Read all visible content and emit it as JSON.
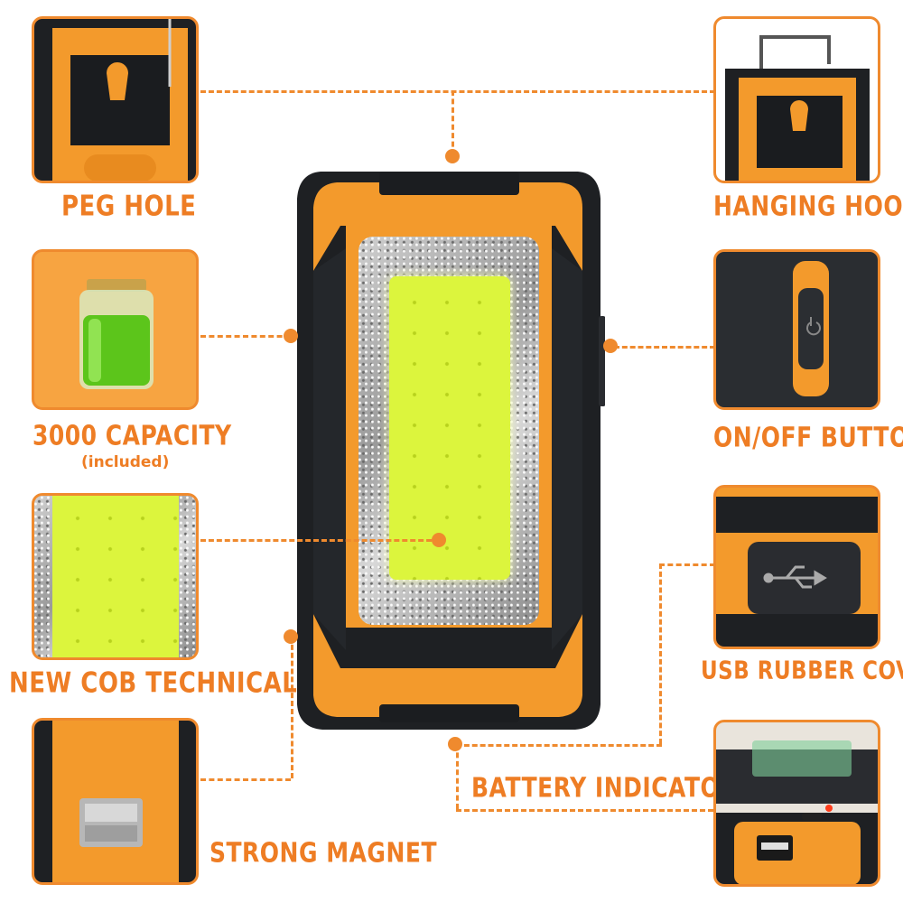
{
  "labels": {
    "peg_hole": "PEG HOLE",
    "hanging_hook": "HANGING HOOK",
    "capacity": "3000 CAPACITY",
    "capacity_note": "(included)",
    "on_off": "ON/OFF BUTTON",
    "cob": "NEW COB TECHNICAL",
    "usb_cover": "USB RUBBER COVER",
    "battery_indicator": "BATTERY INDICATOR",
    "magnet": "STRONG MAGNET"
  },
  "colors": {
    "accent": "#ef8a2e",
    "label_text": "#ee7d24",
    "body_black": "#1d1f22",
    "body_orange": "#f39a2c",
    "cob_yellow": "#dcf53d"
  },
  "icons": {
    "usb": "usb-icon",
    "battery": "battery-icon",
    "power": "power-icon"
  }
}
